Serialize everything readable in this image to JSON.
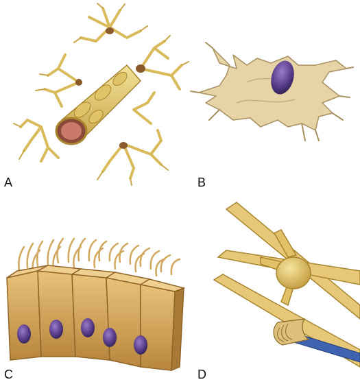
{
  "figure": {
    "panels": [
      {
        "label": "A",
        "depicts": "astrocyte-with-capillary"
      },
      {
        "label": "B",
        "depicts": "microglial-cell"
      },
      {
        "label": "C",
        "depicts": "ciliated-ependymal-cells"
      },
      {
        "label": "D",
        "depicts": "oligodendrocyte-myelinating-axon"
      }
    ],
    "colors": {
      "cell_body": "#e8cf7a",
      "cell_shadow": "#b8963a",
      "nucleus": "#5b3f8c",
      "vessel_lumen": "#c97a6a",
      "axon": "#3f63b0",
      "microglia_body": "#e6d3a6"
    }
  }
}
